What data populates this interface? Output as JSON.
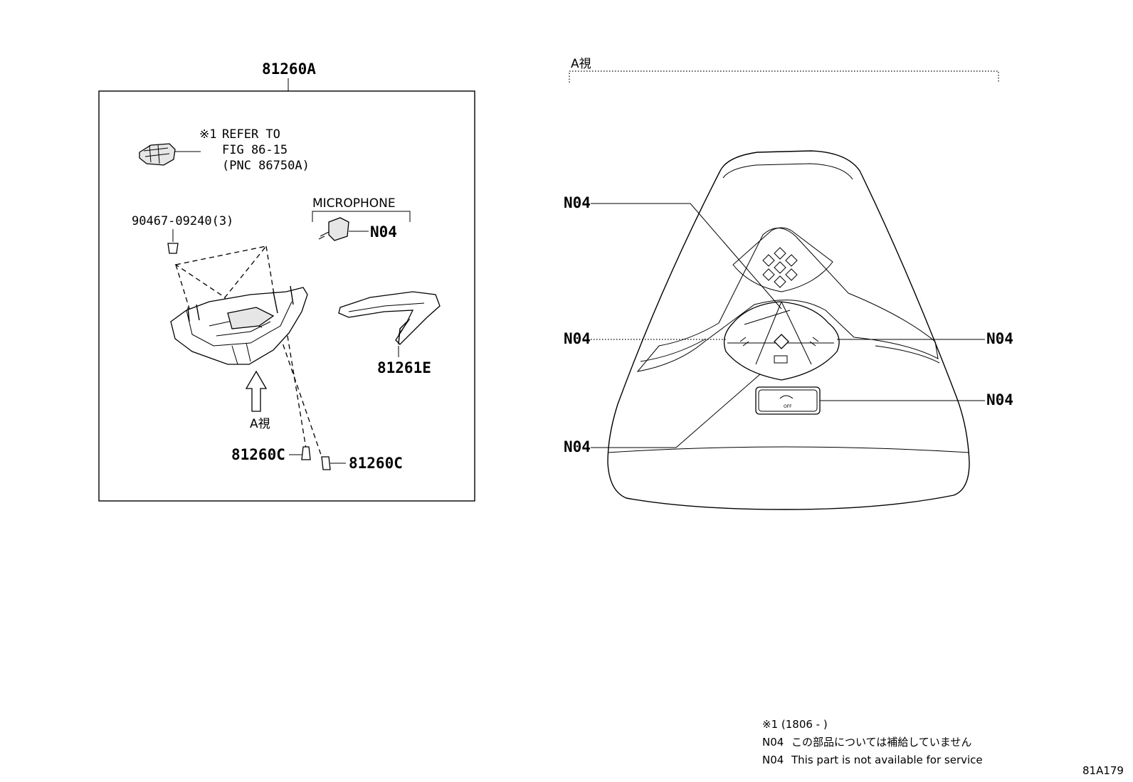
{
  "left_panel": {
    "assembly_label": "81260A",
    "refer_mark": "※1",
    "refer_line1": "REFER TO",
    "refer_line2": "FIG 86-15",
    "refer_line3": "(PNC 86750A)",
    "screw_label": "90467-09240(3)",
    "microphone_label": "MICROPHONE",
    "microphone_code": "N04",
    "cover_label": "81261E",
    "view_arrow_label": "A視",
    "bulb_label_left": "81260C",
    "bulb_label_right": "81260C"
  },
  "right_panel": {
    "view_title": "A視",
    "callout_top_left": "N04",
    "callout_mid_left": "N04",
    "callout_mid_right": "N04",
    "callout_low_right": "N04",
    "callout_bottom_left": "N04",
    "off_button_text": "OFF"
  },
  "notes": {
    "line1": "※1 (1806 -      )",
    "line2_code": "N04",
    "line2_text": "この部品については補給していません",
    "line3_code": "N04",
    "line3_text": "This part is not available for service"
  },
  "figure_id": "81A179"
}
